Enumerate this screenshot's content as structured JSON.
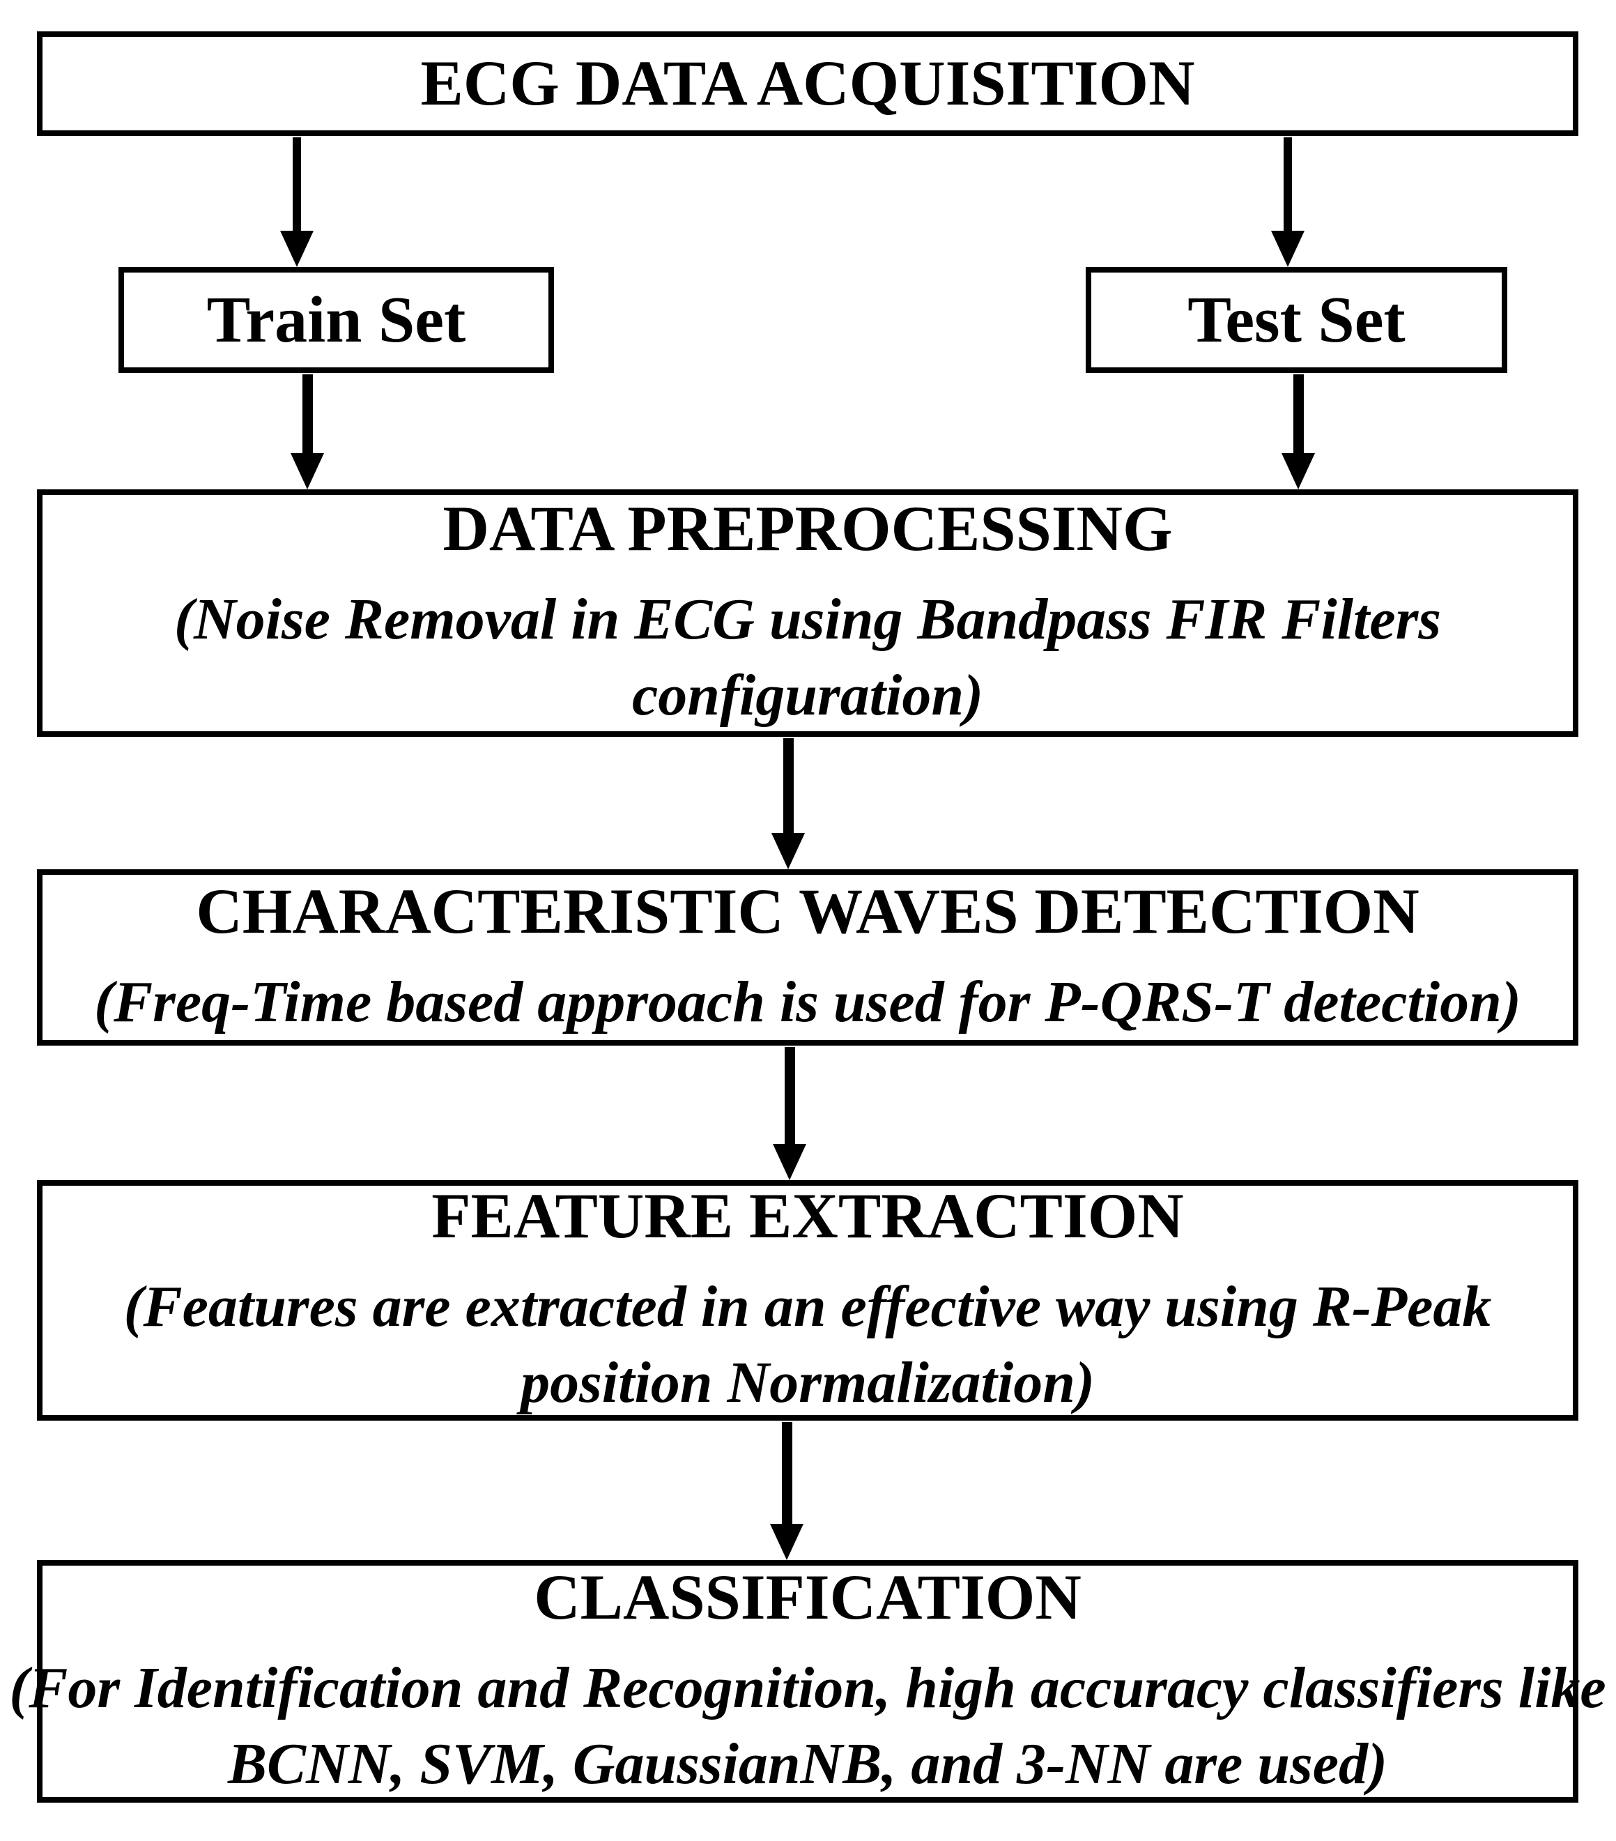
{
  "diagram": {
    "description": "ECG biometric recognition pipeline flowchart",
    "colors": {
      "background": "#ffffff",
      "box_border": "#000000",
      "text": "#000000",
      "arrow": "#000000"
    },
    "nodes": {
      "acquisition": {
        "label": "ECG DATA ACQUISITION"
      },
      "train": {
        "label": "Train Set"
      },
      "test": {
        "label": "Test Set"
      },
      "preprocessing": {
        "label": "DATA PREPROCESSING",
        "sublabel": "(Noise Removal in ECG using Bandpass FIR Filters configuration)",
        "sublines": [
          "(Noise Removal in ECG using Bandpass FIR Filters",
          "configuration)"
        ]
      },
      "waves": {
        "label": "CHARACTERISTIC WAVES DETECTION",
        "sublabel": "(Freq-Time based approach is used for P-QRS-T detection)",
        "sublines": [
          "(Freq-Time based approach is used for P-QRS-T detection)"
        ]
      },
      "features": {
        "label": "FEATURE EXTRACTION",
        "sublabel": "(Features are extracted in an effective way using R-Peak position Normalization)",
        "sublines": [
          "(Features are extracted in an effective way using R-Peak",
          "position Normalization)"
        ]
      },
      "classification": {
        "label": "CLASSIFICATION",
        "sublabel": "(For Identification and Recognition, high accuracy classifiers like BCNN, SVM, GaussianNB, and 3-NN are used)",
        "sublines": [
          "(For Identification and Recognition, high accuracy classifiers like",
          "BCNN, SVM, GaussianNB, and 3-NN are used)"
        ]
      }
    },
    "edges": [
      {
        "from": "acquisition",
        "to": "train"
      },
      {
        "from": "acquisition",
        "to": "test"
      },
      {
        "from": "train",
        "to": "preprocessing"
      },
      {
        "from": "test",
        "to": "preprocessing"
      },
      {
        "from": "preprocessing",
        "to": "waves"
      },
      {
        "from": "waves",
        "to": "features"
      },
      {
        "from": "features",
        "to": "classification"
      }
    ]
  }
}
